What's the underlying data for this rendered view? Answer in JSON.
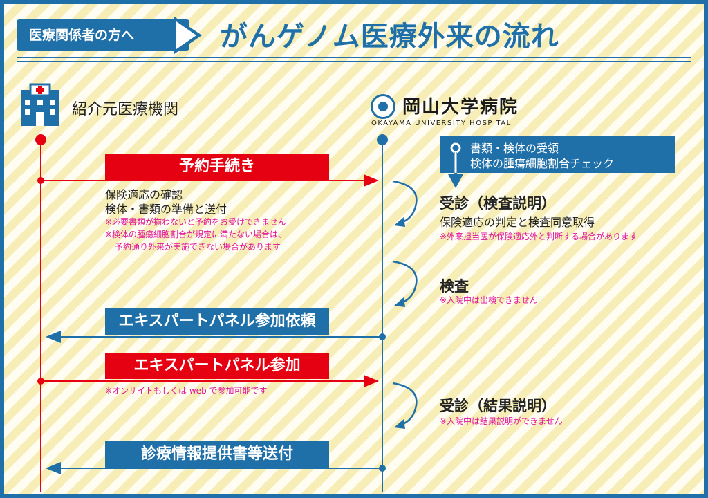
{
  "header": {
    "badge": "医療関係者の方へ",
    "title": "がんゲノム医療外来の流れ"
  },
  "lanes": {
    "left": "紹介元医療機関",
    "right_name": "岡山大学病院",
    "right_en": "OKAYAMA UNIVERSITY HOSPITAL"
  },
  "boxes": {
    "reservation": "予約手続き",
    "expert_request": "エキスパートパネル参加依頼",
    "expert_join": "エキスパートパネル参加",
    "report": "診療情報提供書等送付",
    "receive_line1": "書類・検体の受領",
    "receive_line2": "検体の腫瘍細胞割合チェック"
  },
  "left_text": {
    "line1": "保険適応の確認",
    "line2": "検体・書類の準備と送付",
    "note1": "※必要書類が揃わないと予約をお受けできません",
    "note2": "※検体の腫瘍細胞割合が規定に満たない場合は、",
    "note3": "予約通り外来が実施できない場合があります",
    "note_web": "※オンサイトもしくは web で参加可能です"
  },
  "right_steps": {
    "consult1": "受診（検査説明）",
    "consult1_desc": "保険適応の判定と検査同意取得",
    "consult1_note": "※外来担当医が保険適応外と判断する場合があります",
    "test": "検査",
    "test_note": "※入院中は出検できません",
    "consult2": "受診（結果説明）",
    "consult2_note": "※入院中は結果説明ができません"
  },
  "colors": {
    "blue": "#1f6fa8",
    "red": "#e50012",
    "note": "#e2159c"
  },
  "icons": {
    "left_lane": "hospital-building-icon",
    "right_lane": "university-hospital-logo-icon"
  }
}
